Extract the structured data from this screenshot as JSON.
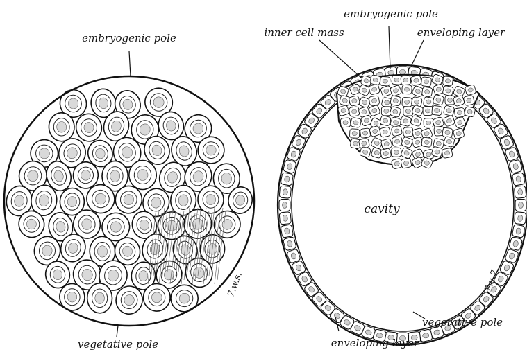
{
  "figure": {
    "left_panel": {
      "label_top": "embryogenic pole",
      "label_bottom": "vegetative pole",
      "signature": "7.w.s."
    },
    "right_panel": {
      "label_top": "embryogenic pole",
      "label_inner_cell_mass": "inner cell mass",
      "label_enveloping_top": "enveloping layer",
      "label_cavity": "cavity",
      "label_vegetative": "vegetative pole",
      "label_enveloping_bottom": "enveloping layer",
      "signature": "7.u.7."
    }
  },
  "colors": {
    "ink": "#111111",
    "paper": "#ffffff"
  }
}
